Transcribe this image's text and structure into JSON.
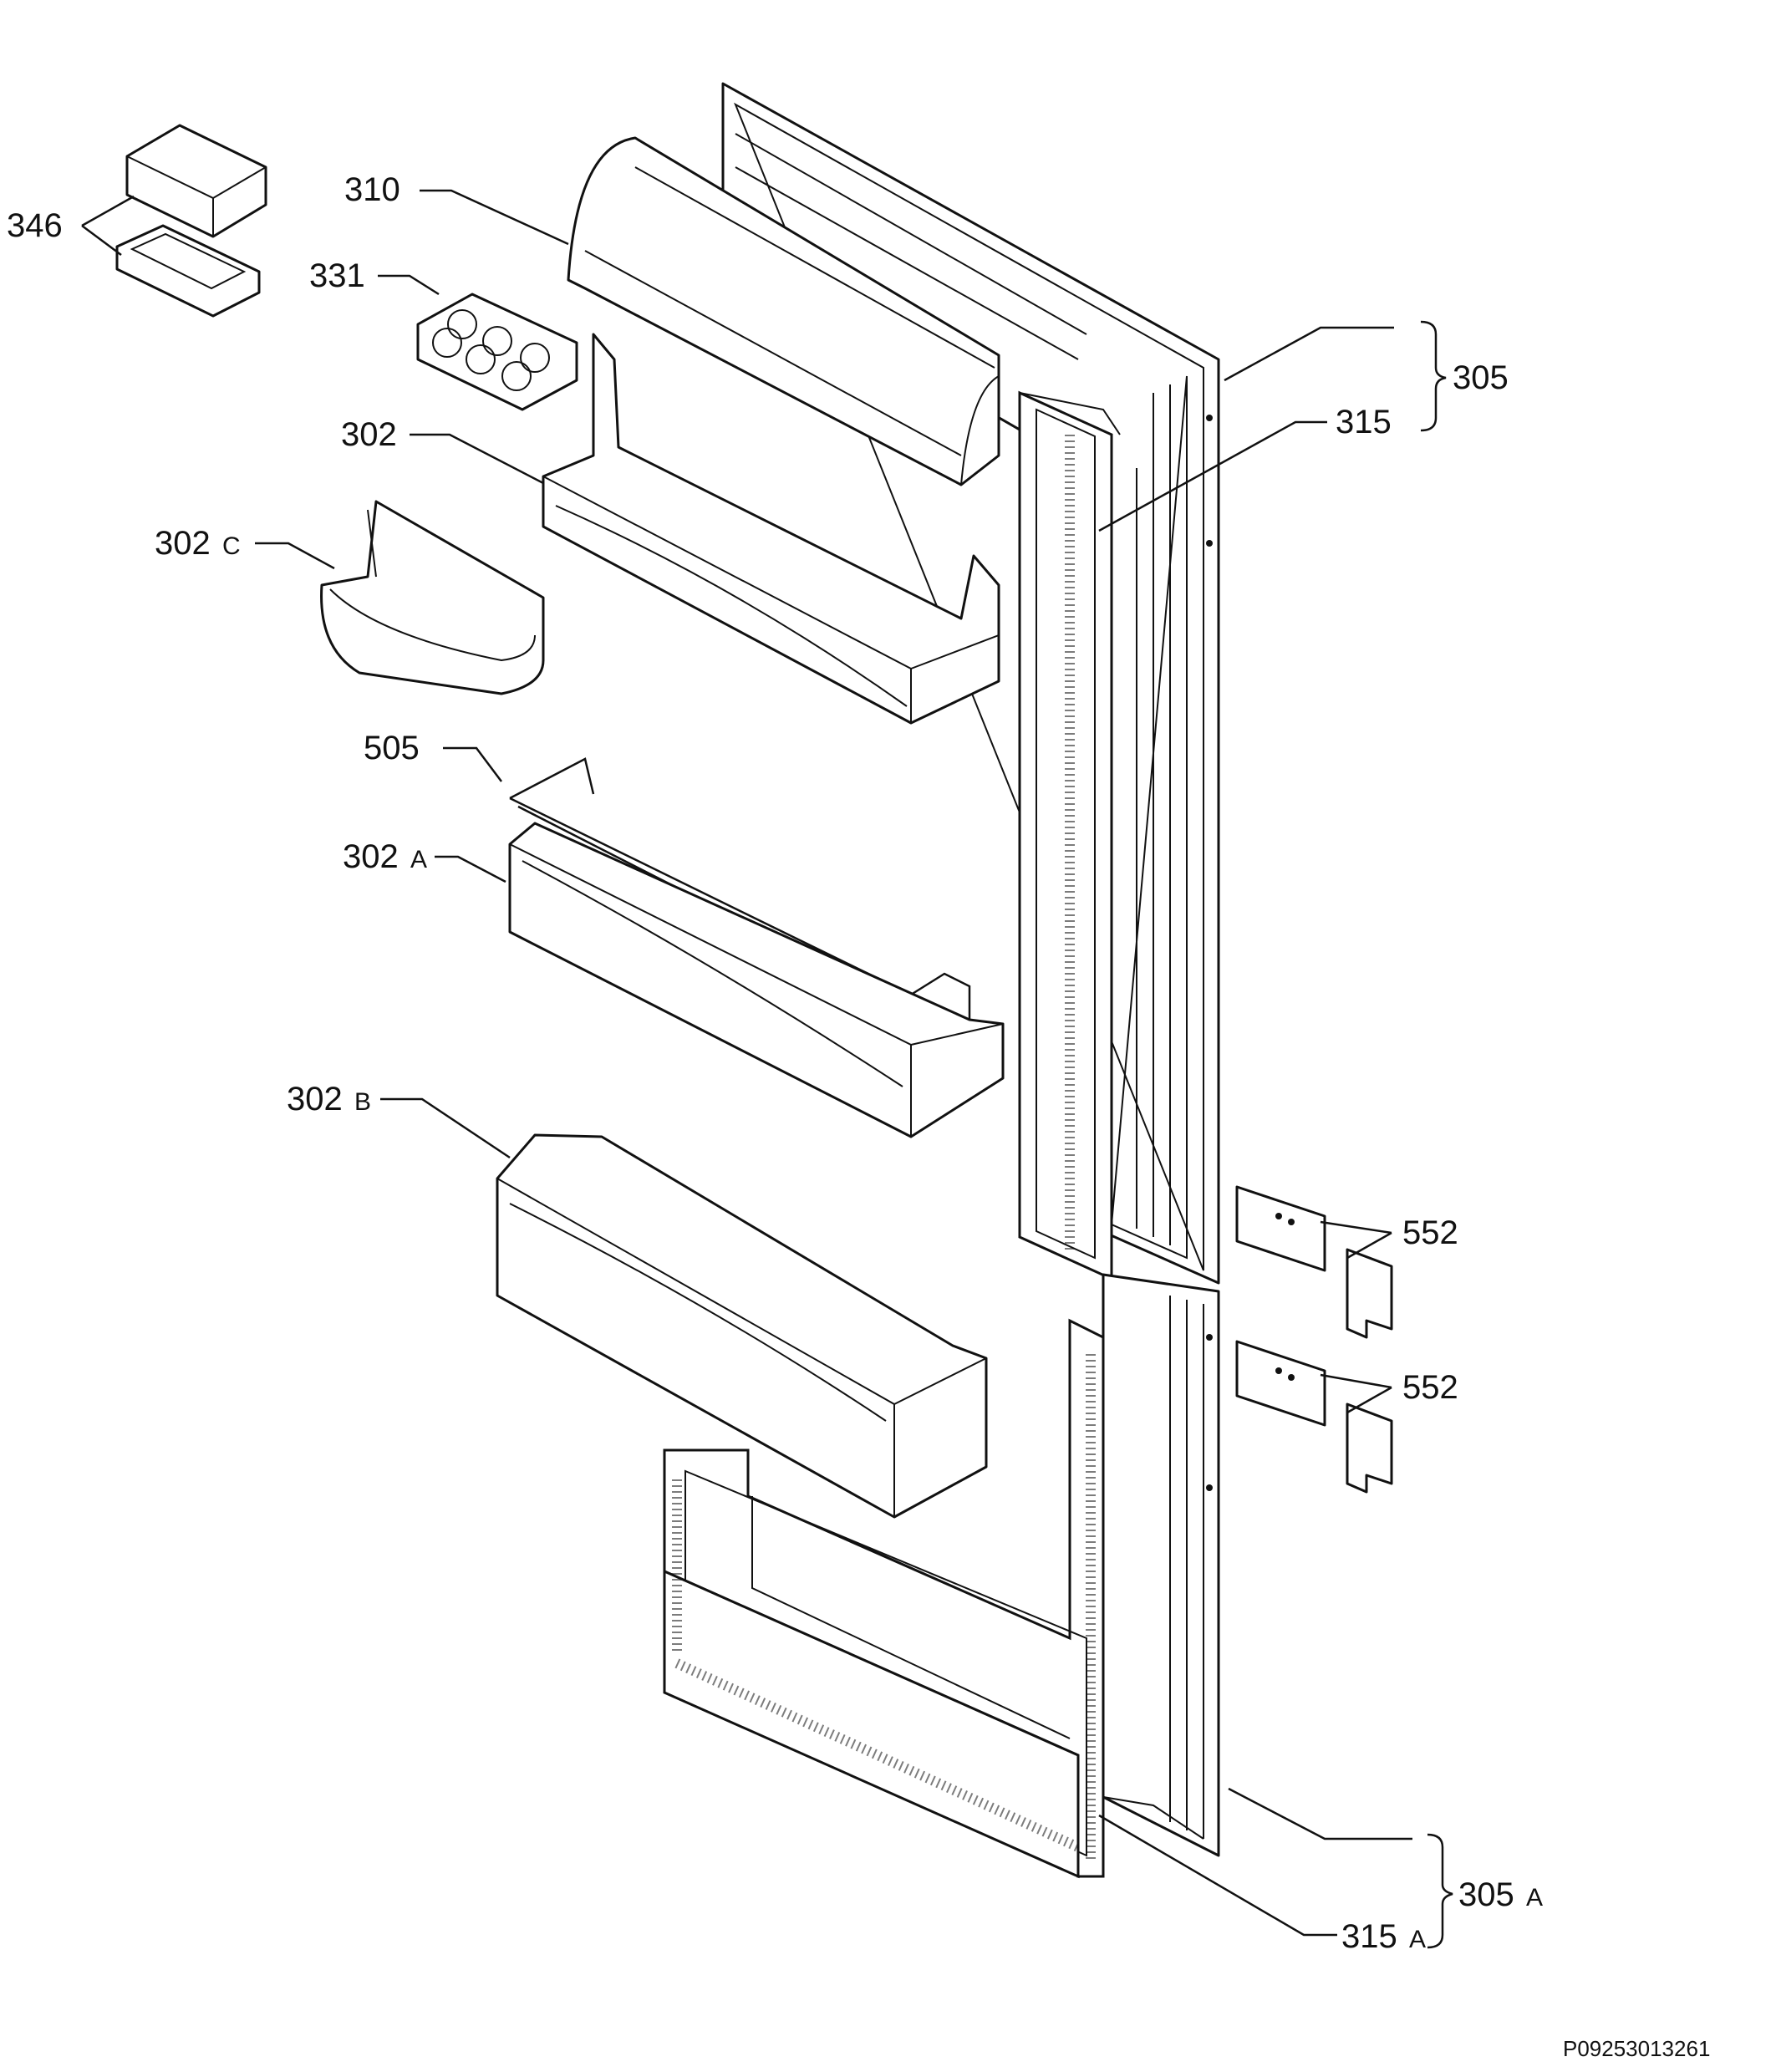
{
  "diagram": {
    "labels": {
      "p346": "346",
      "p310": "310",
      "p331": "331",
      "p305": "305",
      "p315": "315",
      "p302": "302",
      "p302c": "302",
      "p302c_suffix": "C",
      "p505": "505",
      "p302a": "302",
      "p302a_suffix": "A",
      "p302b": "302",
      "p302b_suffix": "B",
      "p552_upper": "552",
      "p552_lower": "552",
      "p305a": "305",
      "p305a_suffix": "A",
      "p315a": "315",
      "p315a_suffix": "A"
    },
    "footer_code": "P09253013261"
  }
}
